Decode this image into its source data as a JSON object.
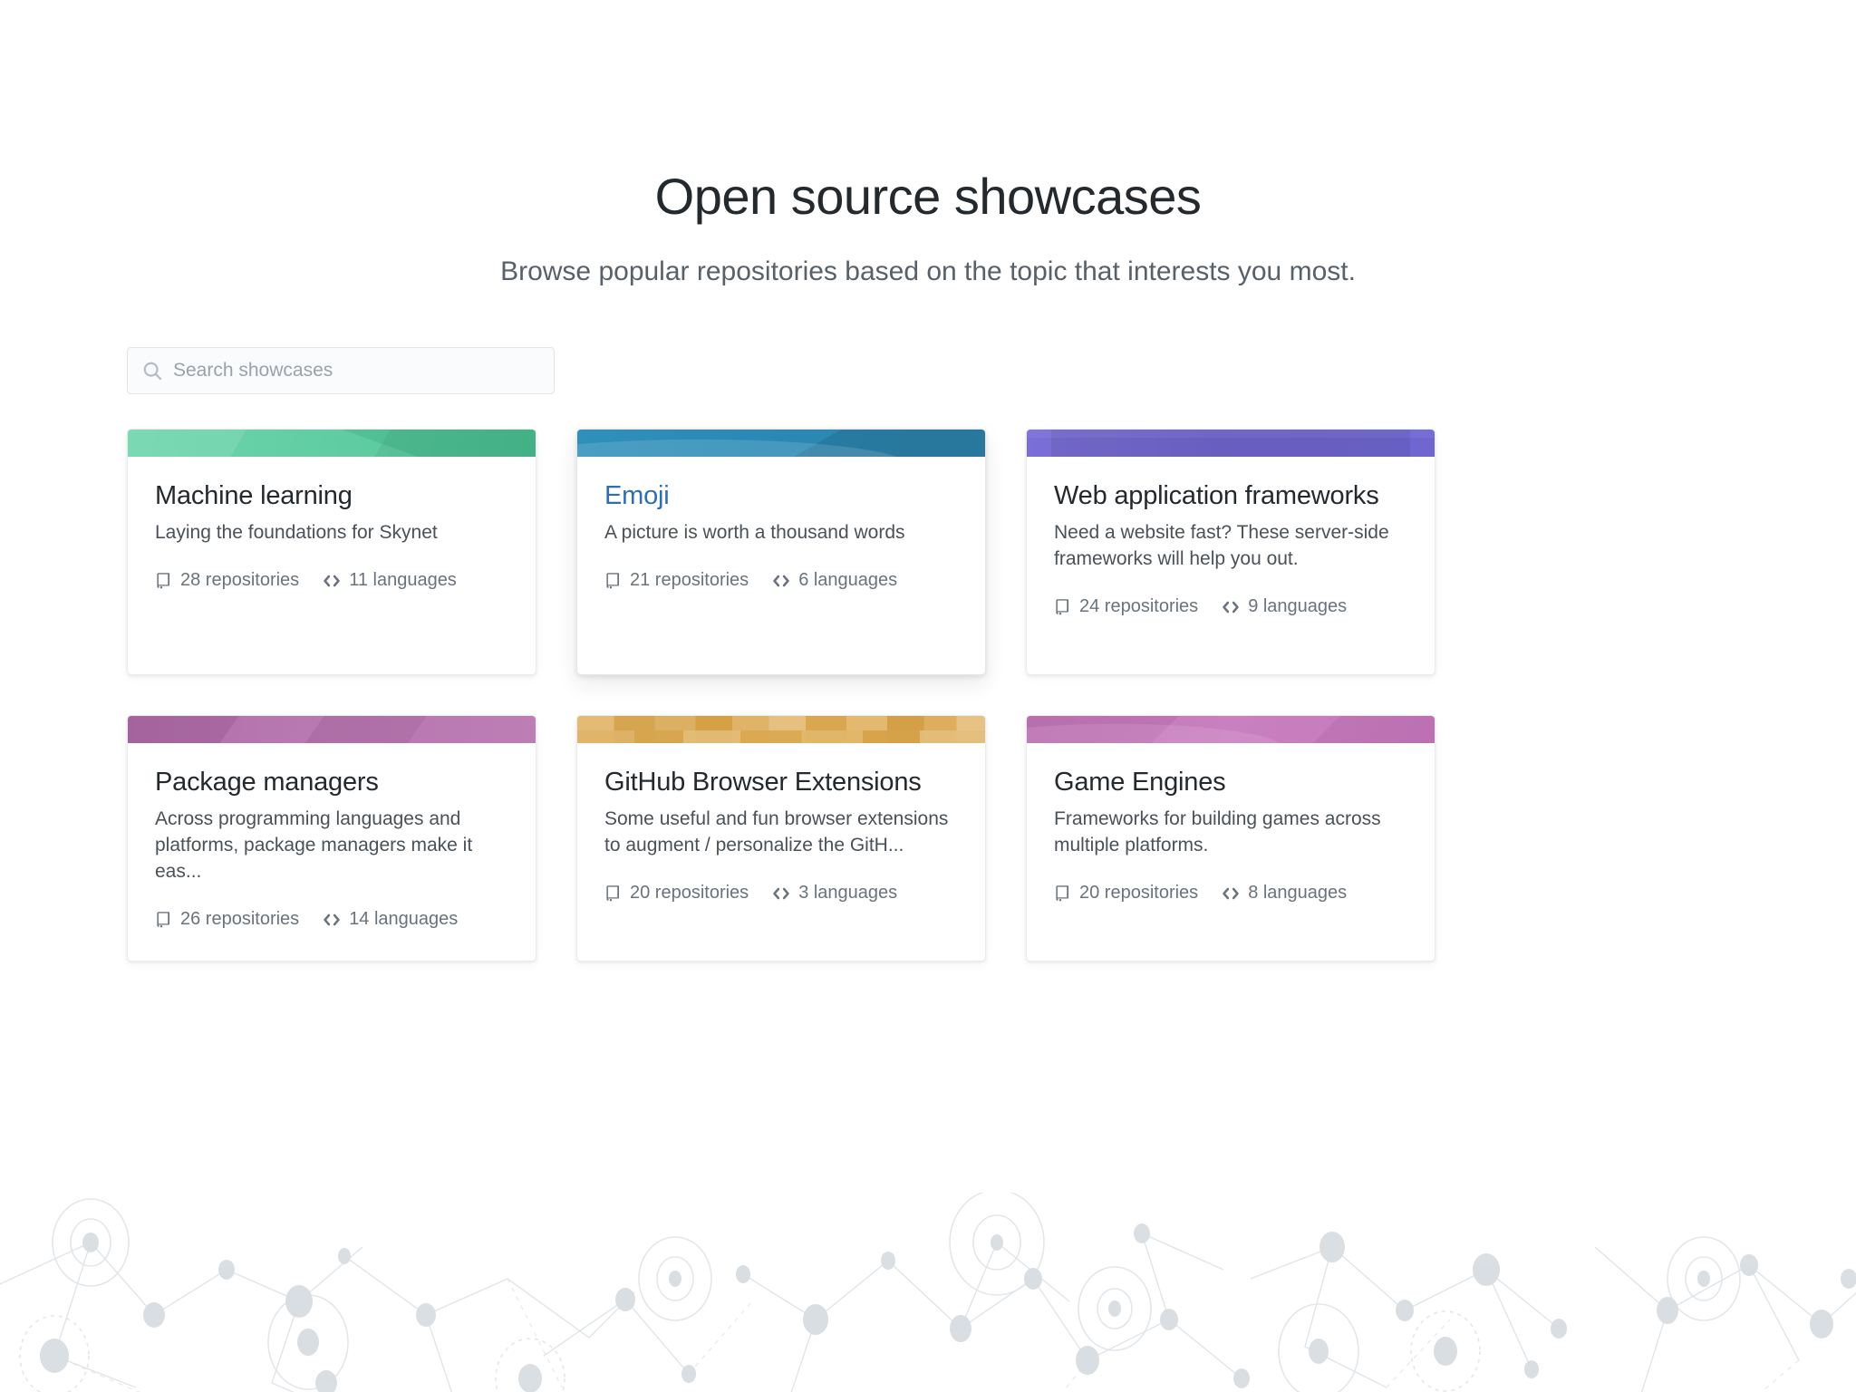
{
  "hero": {
    "title": "Open source showcases",
    "subtitle": "Browse popular repositories based on the topic that interests you most."
  },
  "search": {
    "placeholder": "Search showcases",
    "value": "",
    "icon": "search-icon"
  },
  "icons": {
    "repo": "book-icon",
    "language": "code-icon"
  },
  "colors": {
    "page_background": "#ffffff",
    "title_text": "#24292e",
    "subtitle_text": "#586069",
    "link": "#2f6fb0",
    "muted_text": "#6a737d",
    "card_border": "#eaecef",
    "search_border": "#e1e4e8",
    "search_background": "#fafbfc",
    "banner_machine_learning": "#5ecfa0",
    "banner_emoji": "#2f8fb8",
    "banner_web_frameworks": "#7268cf",
    "banner_package_managers": "#b06aa8",
    "banner_browser_extensions": "#ddab55",
    "banner_game_engines": "#c473b8",
    "network_graphic": "#dde2e6"
  },
  "cards": [
    {
      "title": "Machine learning",
      "description": "Laying the foundations for Skynet",
      "repositories": "28 repositories",
      "languages": "11 languages",
      "banner_color": "#5ecfa0",
      "title_is_link": false,
      "hovered": false
    },
    {
      "title": "Emoji",
      "description": "A picture is worth a thousand words",
      "repositories": "21 repositories",
      "languages": "6 languages",
      "banner_color": "#2f8fb8",
      "title_is_link": true,
      "hovered": true
    },
    {
      "title": "Web application frameworks",
      "description": "Need a website fast? These server-side frameworks will help you out.",
      "repositories": "24 repositories",
      "languages": "9 languages",
      "banner_color": "#7268cf",
      "title_is_link": false,
      "hovered": false
    },
    {
      "title": "Package managers",
      "description": "Across programming languages and platforms, package managers make it eas...",
      "repositories": "26 repositories",
      "languages": "14 languages",
      "banner_color": "#b06aa8",
      "title_is_link": false,
      "hovered": false
    },
    {
      "title": "GitHub Browser Extensions",
      "description": "Some useful and fun browser extensions to augment / personalize the GitH...",
      "repositories": "20 repositories",
      "languages": "3 languages",
      "banner_color": "#ddab55",
      "title_is_link": false,
      "hovered": false
    },
    {
      "title": "Game Engines",
      "description": "Frameworks for building games across multiple platforms.",
      "repositories": "20 repositories",
      "languages": "8 languages",
      "banner_color": "#c473b8",
      "title_is_link": false,
      "hovered": false
    }
  ]
}
